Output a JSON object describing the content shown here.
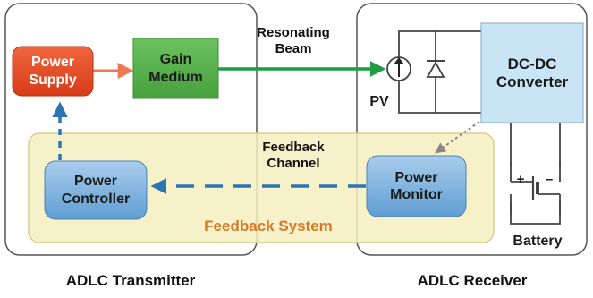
{
  "colors": {
    "outline": "#555555",
    "feedback_fill": "#f4eec0",
    "feedback_stroke": "#d7cf8e",
    "power_supply_fill": "#e8471f",
    "gain_medium_fill": "#58b64e",
    "blue_box_fill": "#7fb3df",
    "dcdc_fill": "#c9e4f5",
    "beam_green": "#1e9c42",
    "feedback_blue": "#2a76b5",
    "arrow_orange": "#ee7a53",
    "feedback_label_orange": "#d67a2a"
  },
  "transmitter": {
    "caption": "ADLC Transmitter",
    "power_supply": "Power\nSupply",
    "gain_medium": "Gain\nMedium",
    "power_controller": "Power\nController"
  },
  "receiver": {
    "caption": "ADLC Receiver",
    "pv_label": "PV",
    "dcdc_converter": "DC-DC\nConverter",
    "power_monitor": "Power\nMonitor",
    "battery_label": "Battery",
    "battery_plus": "+",
    "battery_minus": "–"
  },
  "links": {
    "resonating_beam": "Resonating\nBeam",
    "feedback_channel": "Feedback\nChannel"
  },
  "feedback_system_label": "Feedback System",
  "icons": [
    "photovoltaic-current-source-icon",
    "diode-icon",
    "battery-icon"
  ]
}
